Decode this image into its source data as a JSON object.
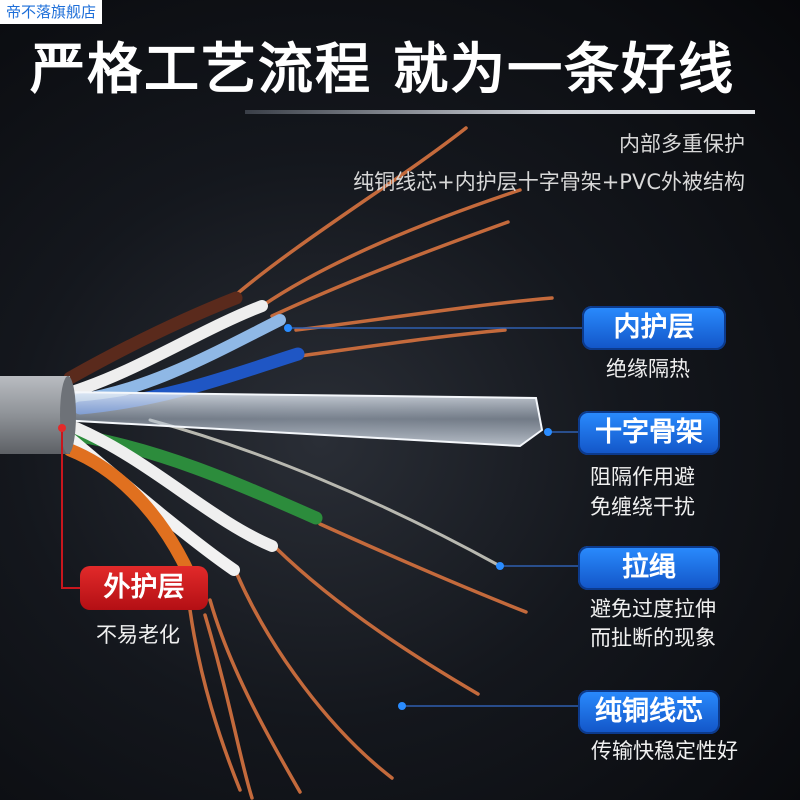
{
  "store_watermark": "帝不落旗舰店",
  "headline": "严格工艺流程 就为一条好线",
  "subtitle_line1": "内部多重保护",
  "subtitle_line2": "纯铜线芯+内护层十字骨架+PVC外被结构",
  "callouts": {
    "inner_sheath": {
      "label": "内护层",
      "desc": "绝缘隔热"
    },
    "cross_spline": {
      "label": "十字骨架",
      "desc_line1": "阻隔作用避",
      "desc_line2": "免缠绕干扰"
    },
    "rip_cord": {
      "label": "拉绳",
      "desc_line1": "避免过度拉伸",
      "desc_line2": "而扯断的现象"
    },
    "copper_core": {
      "label": "纯铜线芯",
      "desc": "传输快稳定性好"
    },
    "outer_jacket": {
      "label": "外护层",
      "desc": "不易老化"
    }
  },
  "colors": {
    "pill_blue": "#1e6fd9",
    "pill_red": "#c8161d",
    "copper": "#c46a3c",
    "jacket_gray": "#9a9ea4",
    "background": "#0b0d12"
  }
}
